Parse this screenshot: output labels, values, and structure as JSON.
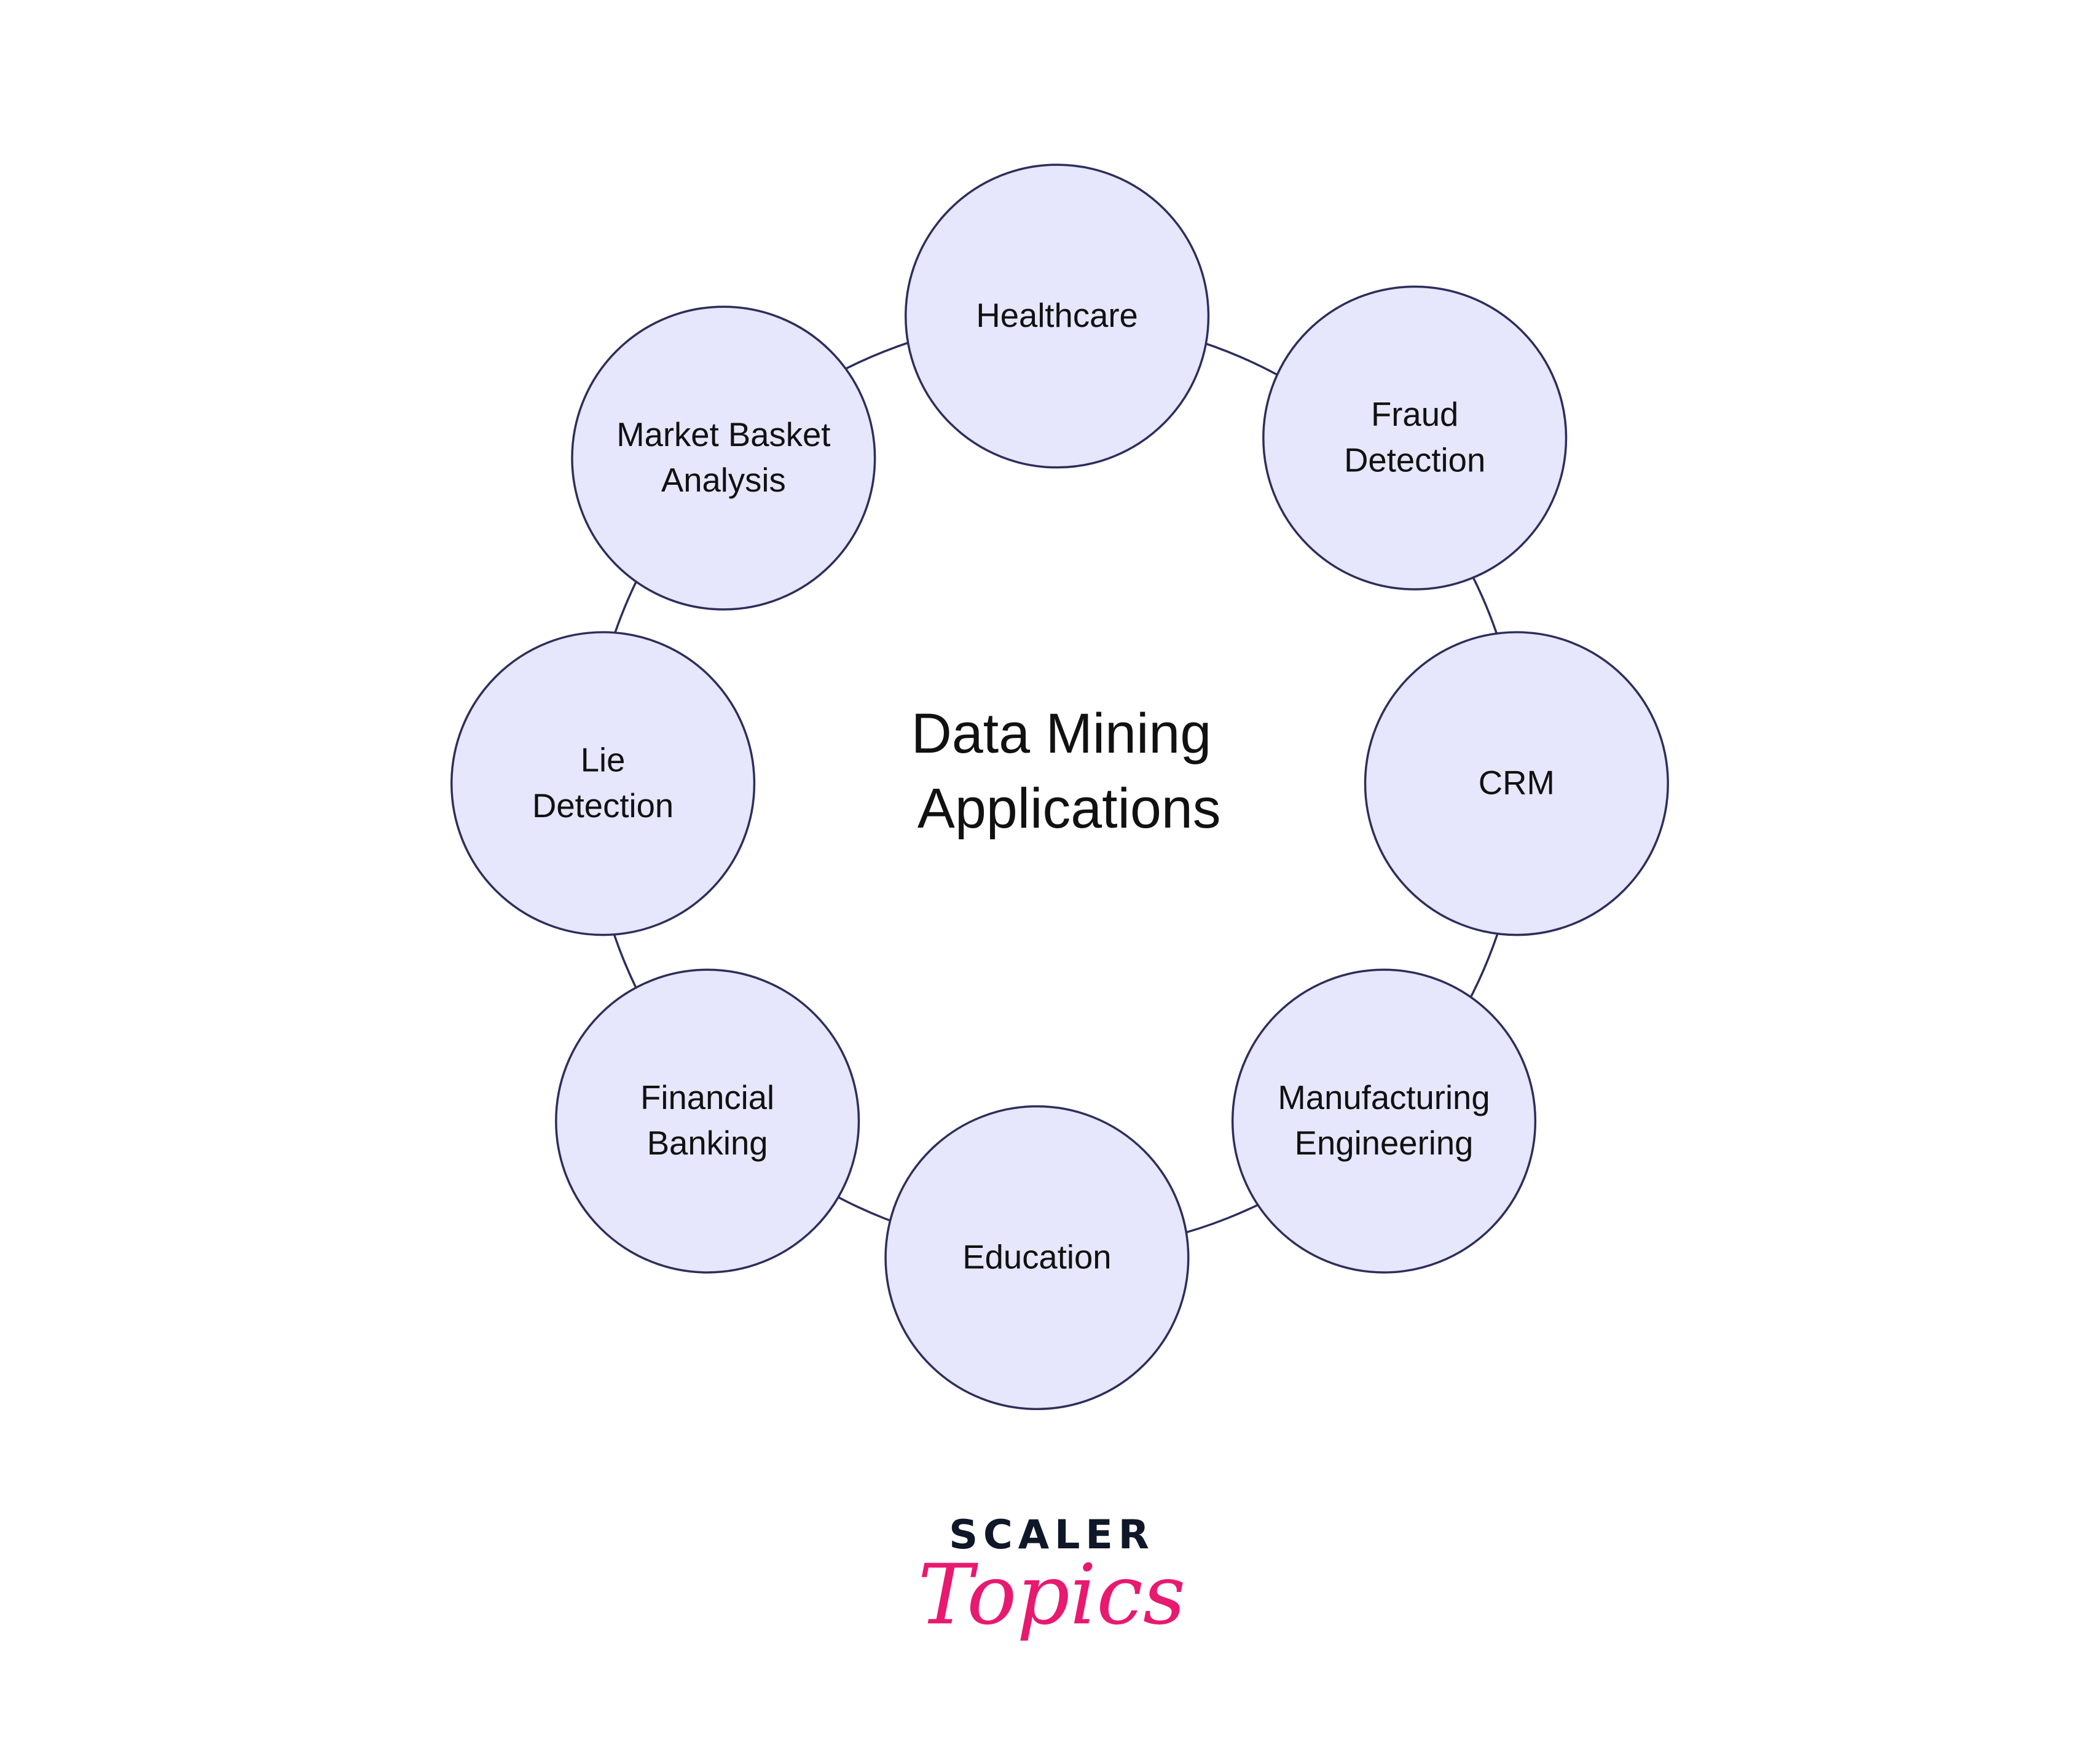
{
  "diagram": {
    "title_lines": [
      "Data Mining",
      "Applications"
    ],
    "nodes": [
      {
        "lines": [
          "Healthcare"
        ]
      },
      {
        "lines": [
          "Fraud",
          "Detection"
        ]
      },
      {
        "lines": [
          "CRM"
        ]
      },
      {
        "lines": [
          "Manufacturing",
          "Engineering"
        ]
      },
      {
        "lines": [
          "Education"
        ]
      },
      {
        "lines": [
          "Financial",
          "Banking"
        ]
      },
      {
        "lines": [
          "Lie",
          "Detection"
        ]
      },
      {
        "lines": [
          "Market Basket",
          "Analysis"
        ]
      }
    ]
  },
  "logo": {
    "line1": "SCALER",
    "line2": "Topics"
  },
  "colors": {
    "node_fill": "#e6e6fc",
    "stroke": "#2d2e5c",
    "logo_dark": "#0f1729",
    "logo_pink": "#e8196f"
  }
}
